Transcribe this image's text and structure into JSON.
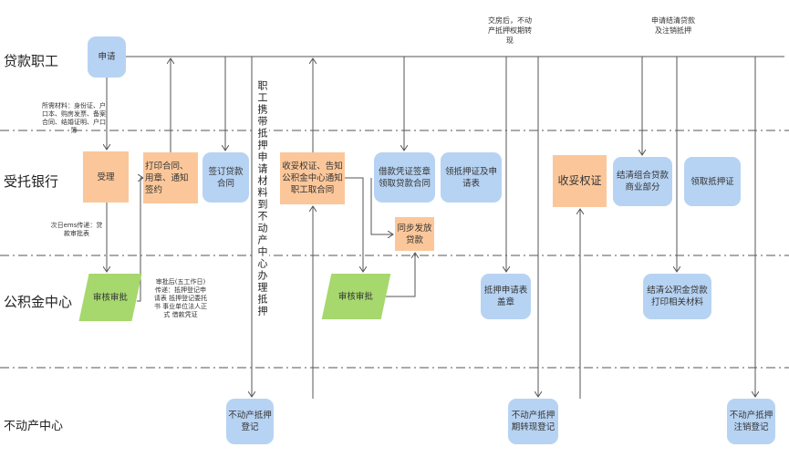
{
  "lanes": [
    "贷款职工",
    "受托银行",
    "公积金中心",
    "不动产中心"
  ],
  "boxes": {
    "apply": "申请",
    "accept": "受理",
    "print_contract": "打印合同、用章、通知签约",
    "sign_contract": "签订贷款合同",
    "review1": "审核审批",
    "mortgage_register": "不动产抵押登记",
    "receive_cert": "收妥权证、告知公积金中心通知职工取合同",
    "loan_voucher": "借款凭证签章领取贷款合同",
    "collect_cert_form": "领抵押证及申请表",
    "sync_release": "同步发放贷款",
    "review2": "审核审批",
    "stamp_form": "抵押申请表盖章",
    "convert_register": "不动产抵押期转现登记",
    "receive_cert2": "收妥权证",
    "settle_commercial": "结清组合贷款商业部分",
    "collect_cert": "领取抵押证",
    "settle_fund": "结清公积金贷款打印相关材料",
    "cancel_register": "不动产抵押注销登记"
  },
  "notes": {
    "materials": "所需材料：身份证、户口本、购房发票、备案合同、结婚证明、户口簿",
    "ems": "次日ems传递：贷款审批表",
    "after_approval": "审批后(五工作日)传递：抵押登记申请表 抵押登记委托书 事业单位法人正式 借款凭证",
    "vertical": "职工携带抵押申请材料到不动产中心办理抵押",
    "after_delivery": "交房后，不动产抵押权期转现",
    "apply_settle": "申请结清贷款及注销抵押"
  },
  "colors": {
    "blue": "#b7d3f3",
    "orange": "#fbc79a",
    "green": "#a6d86e"
  }
}
